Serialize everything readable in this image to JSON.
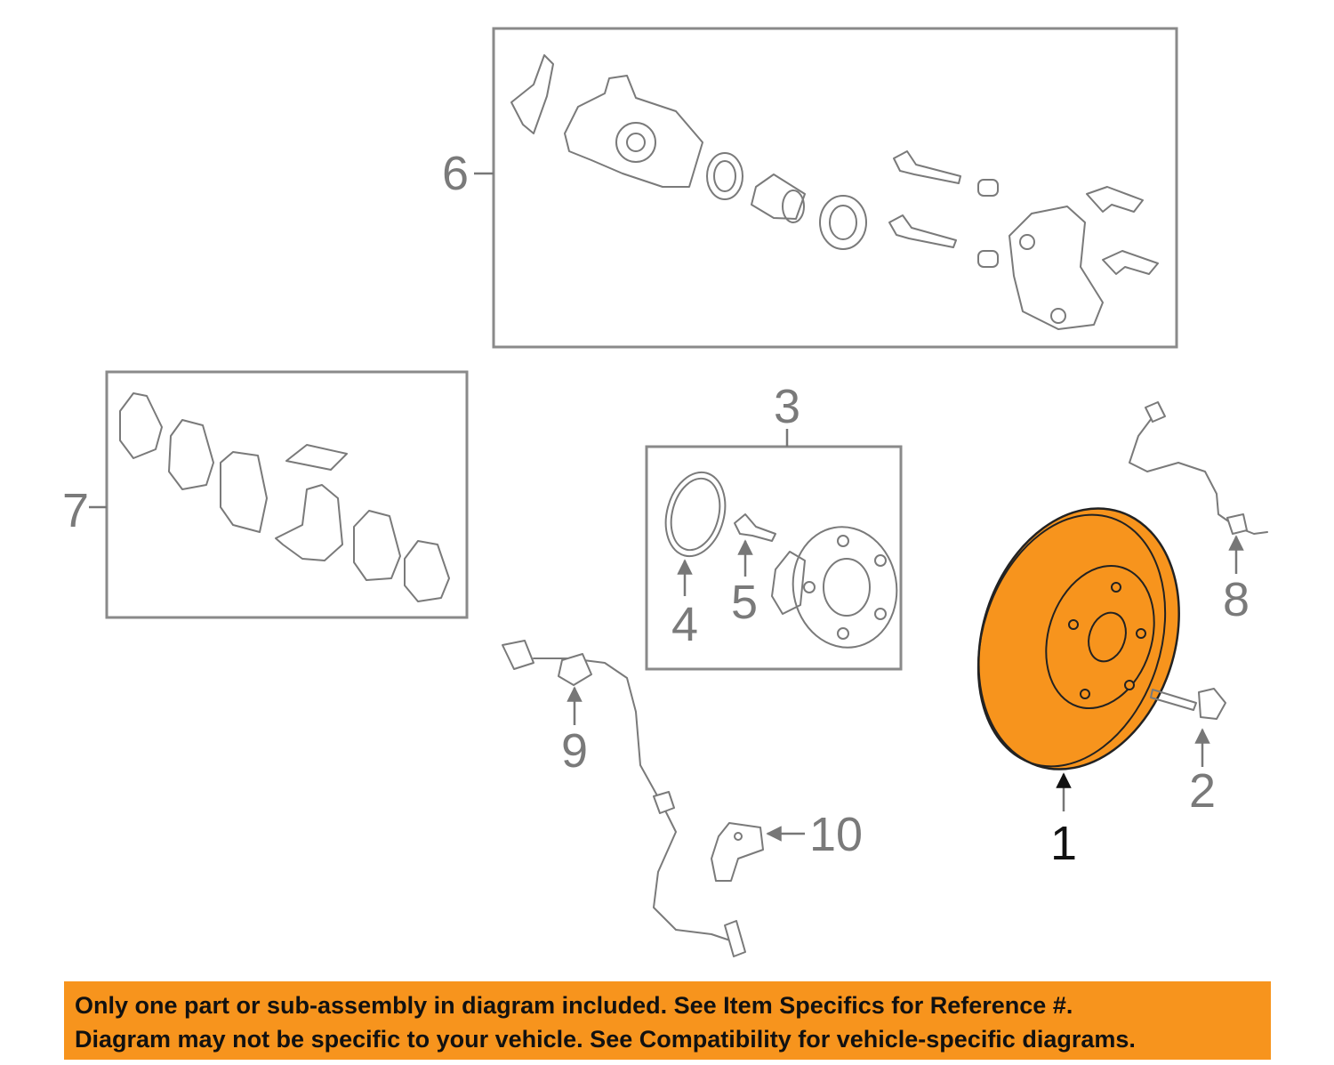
{
  "callouts": {
    "c1": "1",
    "c2": "2",
    "c3": "3",
    "c4": "4",
    "c5": "5",
    "c6": "6",
    "c7": "7",
    "c8": "8",
    "c9": "9",
    "c10": "10"
  },
  "highlight_color": "#f7941d",
  "disclaimer": {
    "line1": "Only one part or sub-assembly in diagram included. See Item Specifics for Reference #.",
    "line2": "Diagram may not be specific to your vehicle. See Compatibility for vehicle-specific diagrams."
  }
}
